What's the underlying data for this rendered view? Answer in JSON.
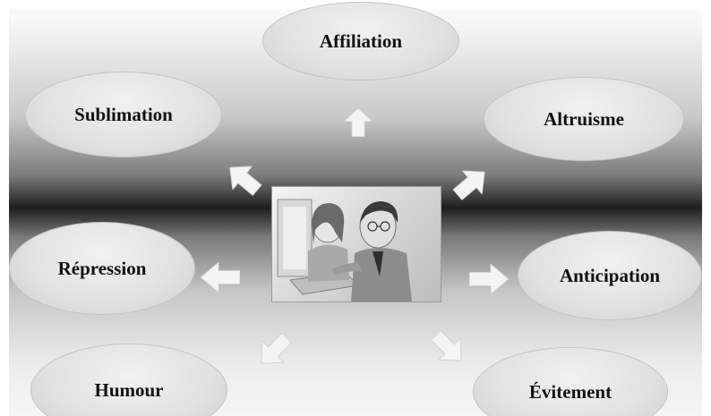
{
  "center": {
    "image": "two-people-at-computer-illustration"
  },
  "nodes": {
    "affiliation": "Affiliation",
    "altruisme": "Altruisme",
    "anticipation": "Anticipation",
    "evitement": "Évitement",
    "humour": "Humour",
    "repression": "Répression",
    "sublimation": "Sublimation"
  },
  "arrow_icon": "block-arrow"
}
